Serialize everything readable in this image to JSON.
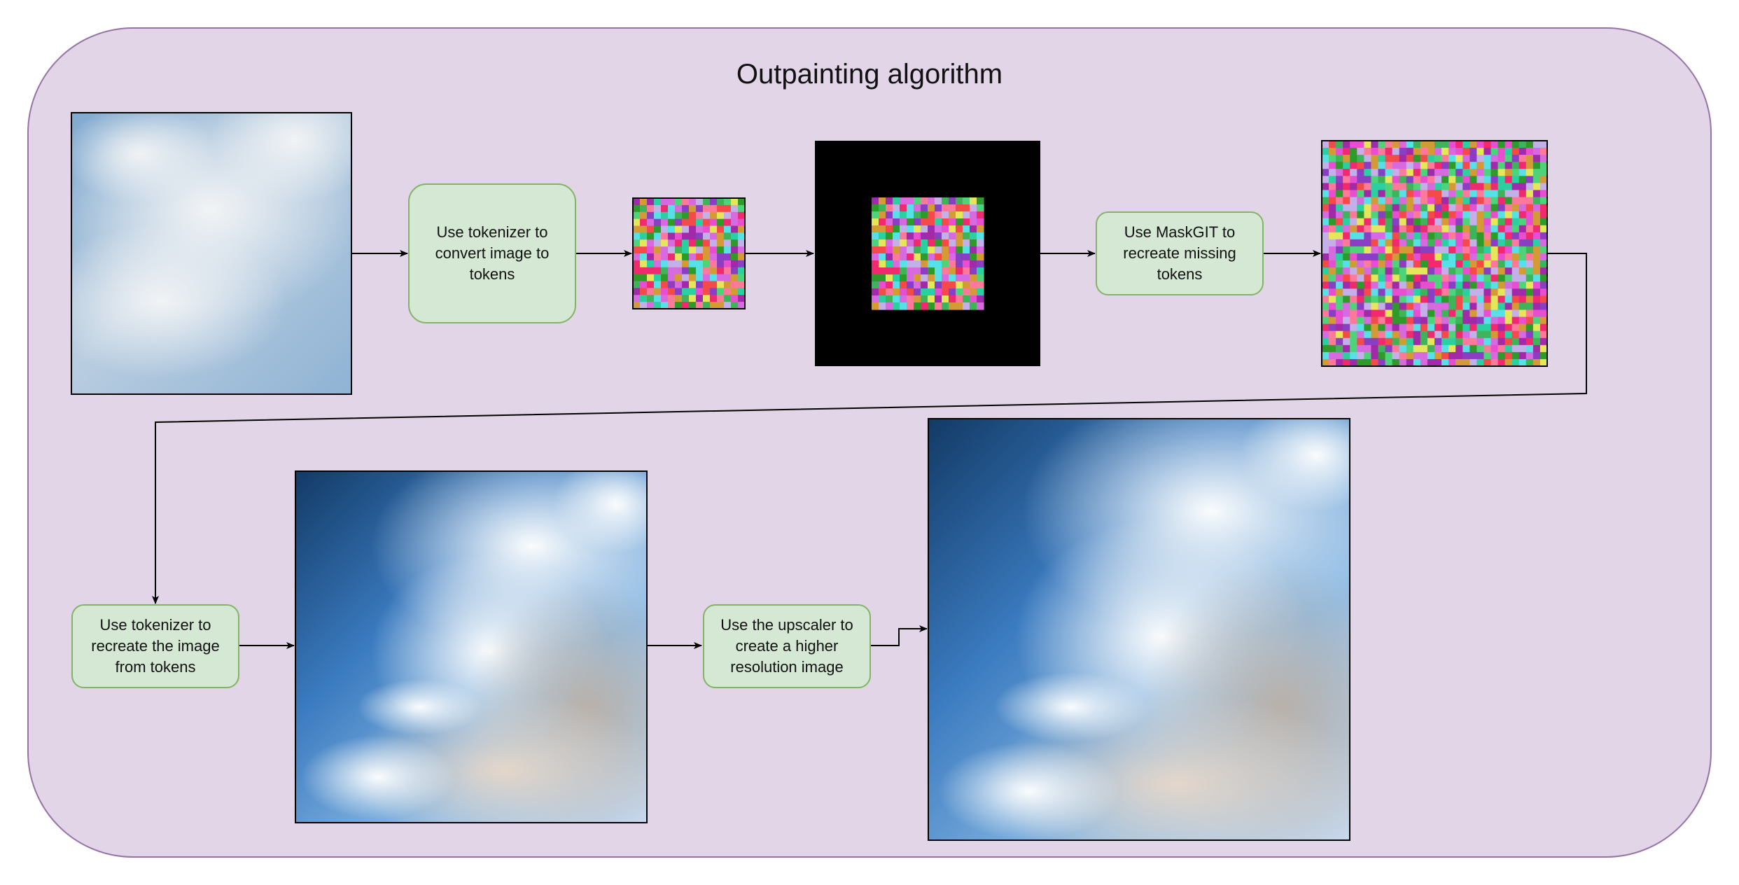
{
  "title": "Outpainting algorithm",
  "colors": {
    "panel_fill": "#e1d5e7",
    "panel_stroke": "#9673a6",
    "step_fill": "#d5e8d4",
    "step_stroke": "#82b366",
    "arrow": "#000000",
    "sky_blue": "#4a86c5",
    "cloud_white": "#eef1f4",
    "masked_black": "#000000"
  },
  "steps": [
    {
      "id": "tokenize",
      "label": "Use tokenizer to convert image to tokens"
    },
    {
      "id": "maskgit",
      "label": "Use MaskGIT to recreate missing tokens"
    },
    {
      "id": "detokenize",
      "label": "Use tokenizer to recreate the image from tokens"
    },
    {
      "id": "upscale",
      "label": "Use the upscaler to create a higher resolution image"
    }
  ],
  "images": [
    {
      "id": "input-image",
      "kind": "cloud photo"
    },
    {
      "id": "token-grid-small",
      "kind": "token grid"
    },
    {
      "id": "padded-token-grid",
      "kind": "token grid with black border"
    },
    {
      "id": "full-token-grid",
      "kind": "token grid"
    },
    {
      "id": "reconstructed-image",
      "kind": "cloud photo"
    },
    {
      "id": "upscaled-image",
      "kind": "cloud photo"
    }
  ],
  "token_palette": [
    "#e84fd0",
    "#f02a6e",
    "#4fd37a",
    "#2e9a2a",
    "#d39a36",
    "#8a3fc2",
    "#f44a4a",
    "#57e0e6",
    "#e6e65a",
    "#a02aa8",
    "#d86ae0",
    "#3fb35a",
    "#c4b0e8",
    "#ff7a9a",
    "#2ad0a0"
  ]
}
